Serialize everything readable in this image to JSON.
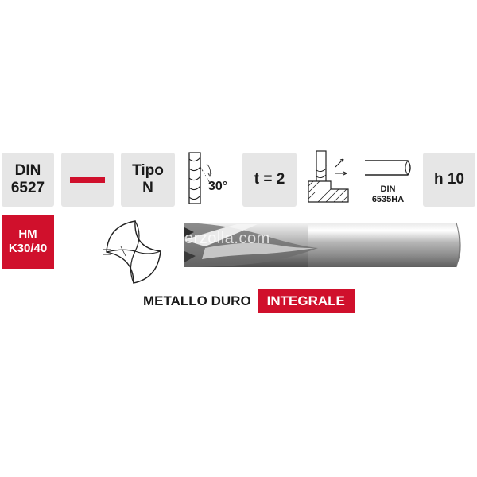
{
  "tiles": {
    "din_label": "DIN",
    "din_number": "6527",
    "tipo_label": "Tipo",
    "tipo_value": "N",
    "helix_angle": "30°",
    "teeth": "t = 2",
    "shank_din_label": "DIN",
    "shank_din_number": "6535HA",
    "tolerance": "h 10"
  },
  "material": {
    "line1": "HM",
    "line2": "K30/40"
  },
  "caption": {
    "text": "METALLO DURO",
    "badge": "INTEGRALE"
  },
  "watermark": "erzolla.com",
  "colors": {
    "accent_red": "#d0102c",
    "tile_gray": "#e6e6e6"
  }
}
